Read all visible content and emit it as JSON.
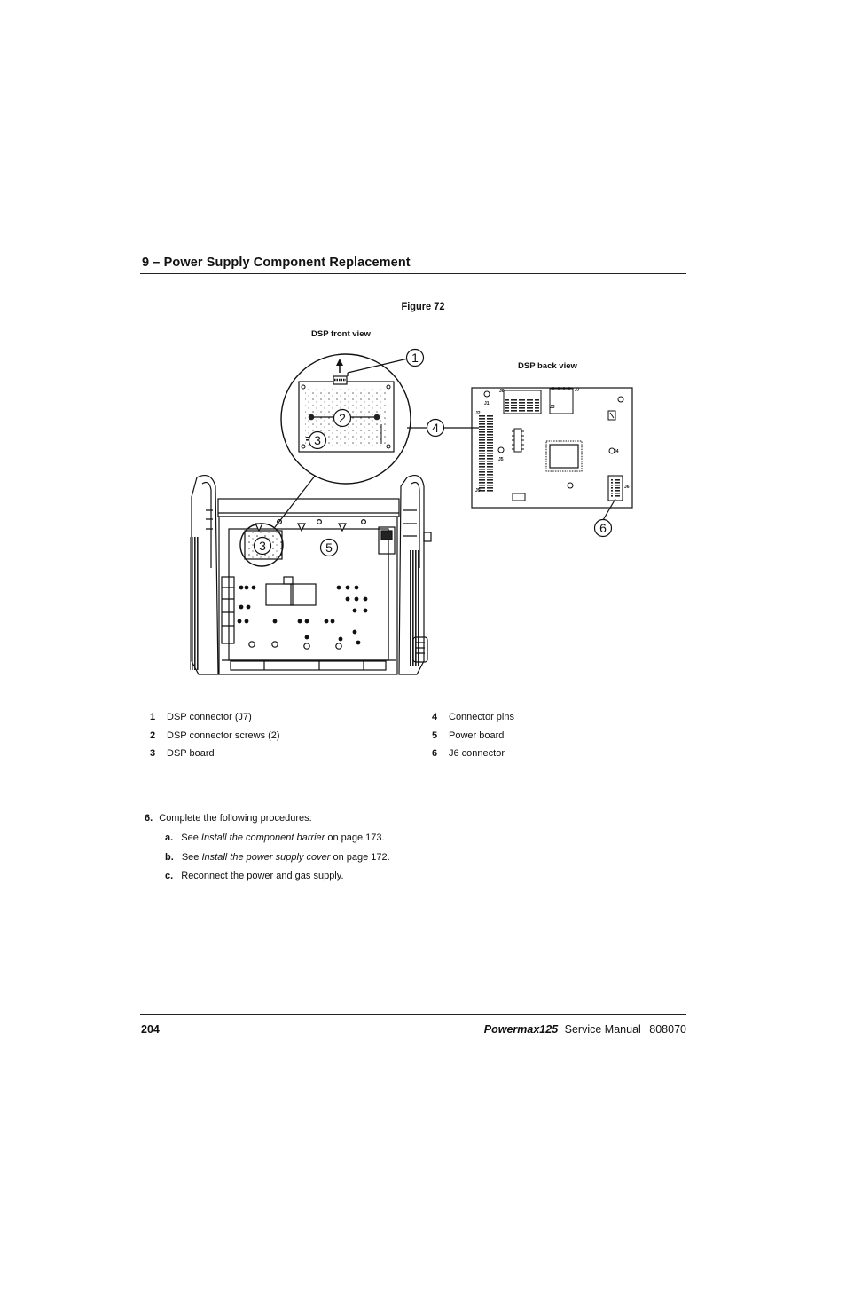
{
  "header": {
    "section_title": "9 – Power Supply Component Replacement"
  },
  "figure": {
    "title": "Figure 72",
    "front_view_label": "DSP front view",
    "back_view_label": "DSP back view",
    "callouts": [
      "1",
      "2",
      "3",
      "4",
      "5",
      "6"
    ],
    "board_marks": [
      "J8",
      "J7",
      "J1",
      "J3",
      "J2",
      "J4",
      "J5",
      "J6",
      "J9"
    ]
  },
  "legend": [
    {
      "num": "1",
      "text": "DSP connector (J7)"
    },
    {
      "num": "2",
      "text": "DSP connector screws (2)"
    },
    {
      "num": "3",
      "text": "DSP board"
    },
    {
      "num": "4",
      "text": "Connector pins"
    },
    {
      "num": "5",
      "text": "Power board"
    },
    {
      "num": "6",
      "text": "J6 connector"
    }
  ],
  "procedure": {
    "step_num": "6.",
    "step_text": "Complete the following procedures:",
    "substeps": [
      {
        "label": "a.",
        "prefix": "See ",
        "link": "Install the component barrier",
        "suffix": " on page 173."
      },
      {
        "label": "b.",
        "prefix": "See ",
        "link": "Install the power supply cover",
        "suffix": " on page 172."
      },
      {
        "label": "c.",
        "prefix": "",
        "link": "",
        "suffix": "Reconnect the power and gas supply."
      }
    ]
  },
  "footer": {
    "page_number": "204",
    "product": "Powermax125",
    "doc_name": "Service Manual",
    "doc_number": "808070"
  }
}
